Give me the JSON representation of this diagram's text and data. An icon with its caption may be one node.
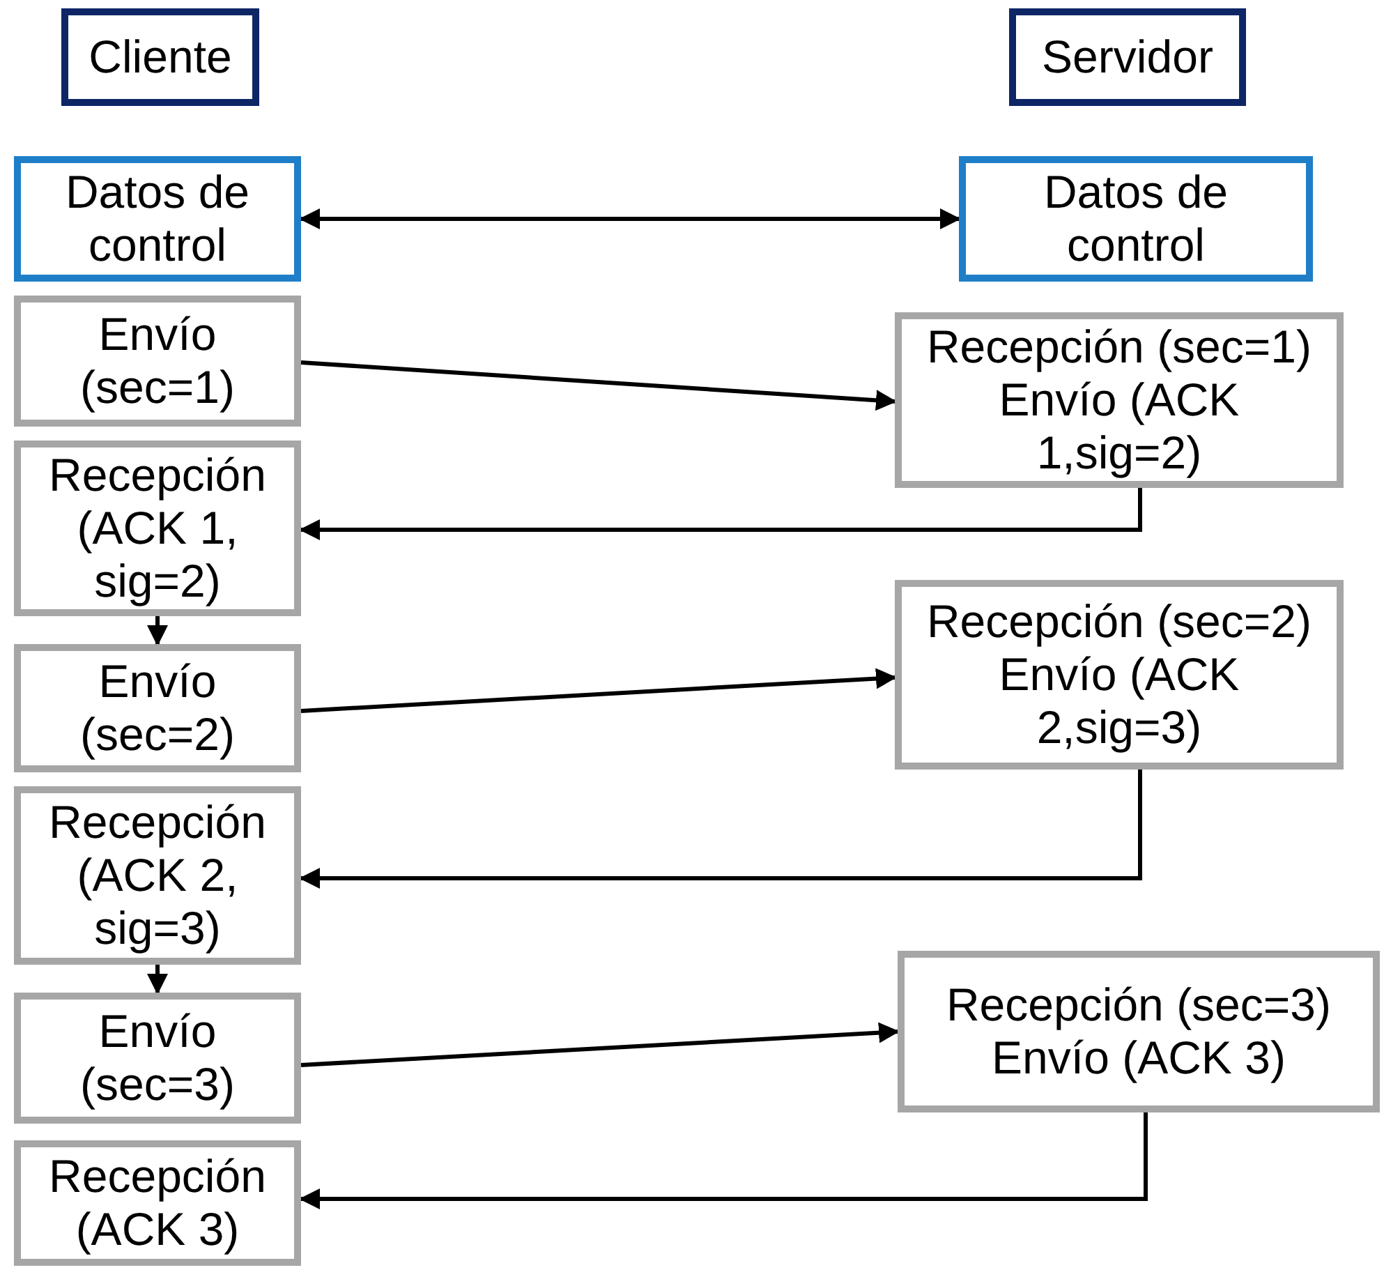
{
  "diagram": {
    "nodes": [
      {
        "text": [
          "Cliente"
        ]
      },
      {
        "text": [
          "Servidor"
        ]
      },
      {
        "text": [
          "Datos de control"
        ]
      },
      {
        "text": [
          "Datos de control"
        ]
      },
      {
        "text": [
          "Envío (sec=1)"
        ]
      },
      {
        "text": [
          "Recepción (sec=1)",
          "Envío (ACK 1,sig=2)"
        ]
      },
      {
        "text": [
          "Recepción (ACK 1, sig=2)"
        ]
      },
      {
        "text": [
          "Envío (sec=2)"
        ]
      },
      {
        "text": [
          "Recepción (sec=2)",
          "Envío (ACK 2,sig=3)"
        ]
      },
      {
        "text": [
          "Recepción (ACK 2, sig=3)"
        ]
      },
      {
        "text": [
          "Envío (sec=3)"
        ]
      },
      {
        "text": [
          "Recepción (sec=3)",
          "Envío (ACK 3)"
        ]
      },
      {
        "text": [
          "Recepción (ACK 3)"
        ]
      }
    ],
    "edges": [
      {
        "from": 2,
        "to": 3,
        "arrow": "both"
      },
      {
        "from": 4,
        "to": 5,
        "arrow": "to"
      },
      {
        "from": 5,
        "to": 6,
        "arrow": "to"
      },
      {
        "from": 6,
        "to": 7,
        "arrow": "to"
      },
      {
        "from": 7,
        "to": 8,
        "arrow": "to"
      },
      {
        "from": 8,
        "to": 9,
        "arrow": "to"
      },
      {
        "from": 9,
        "to": 10,
        "arrow": "to"
      },
      {
        "from": 10,
        "to": 11,
        "arrow": "to"
      },
      {
        "from": 11,
        "to": 12,
        "arrow": "to"
      }
    ]
  }
}
